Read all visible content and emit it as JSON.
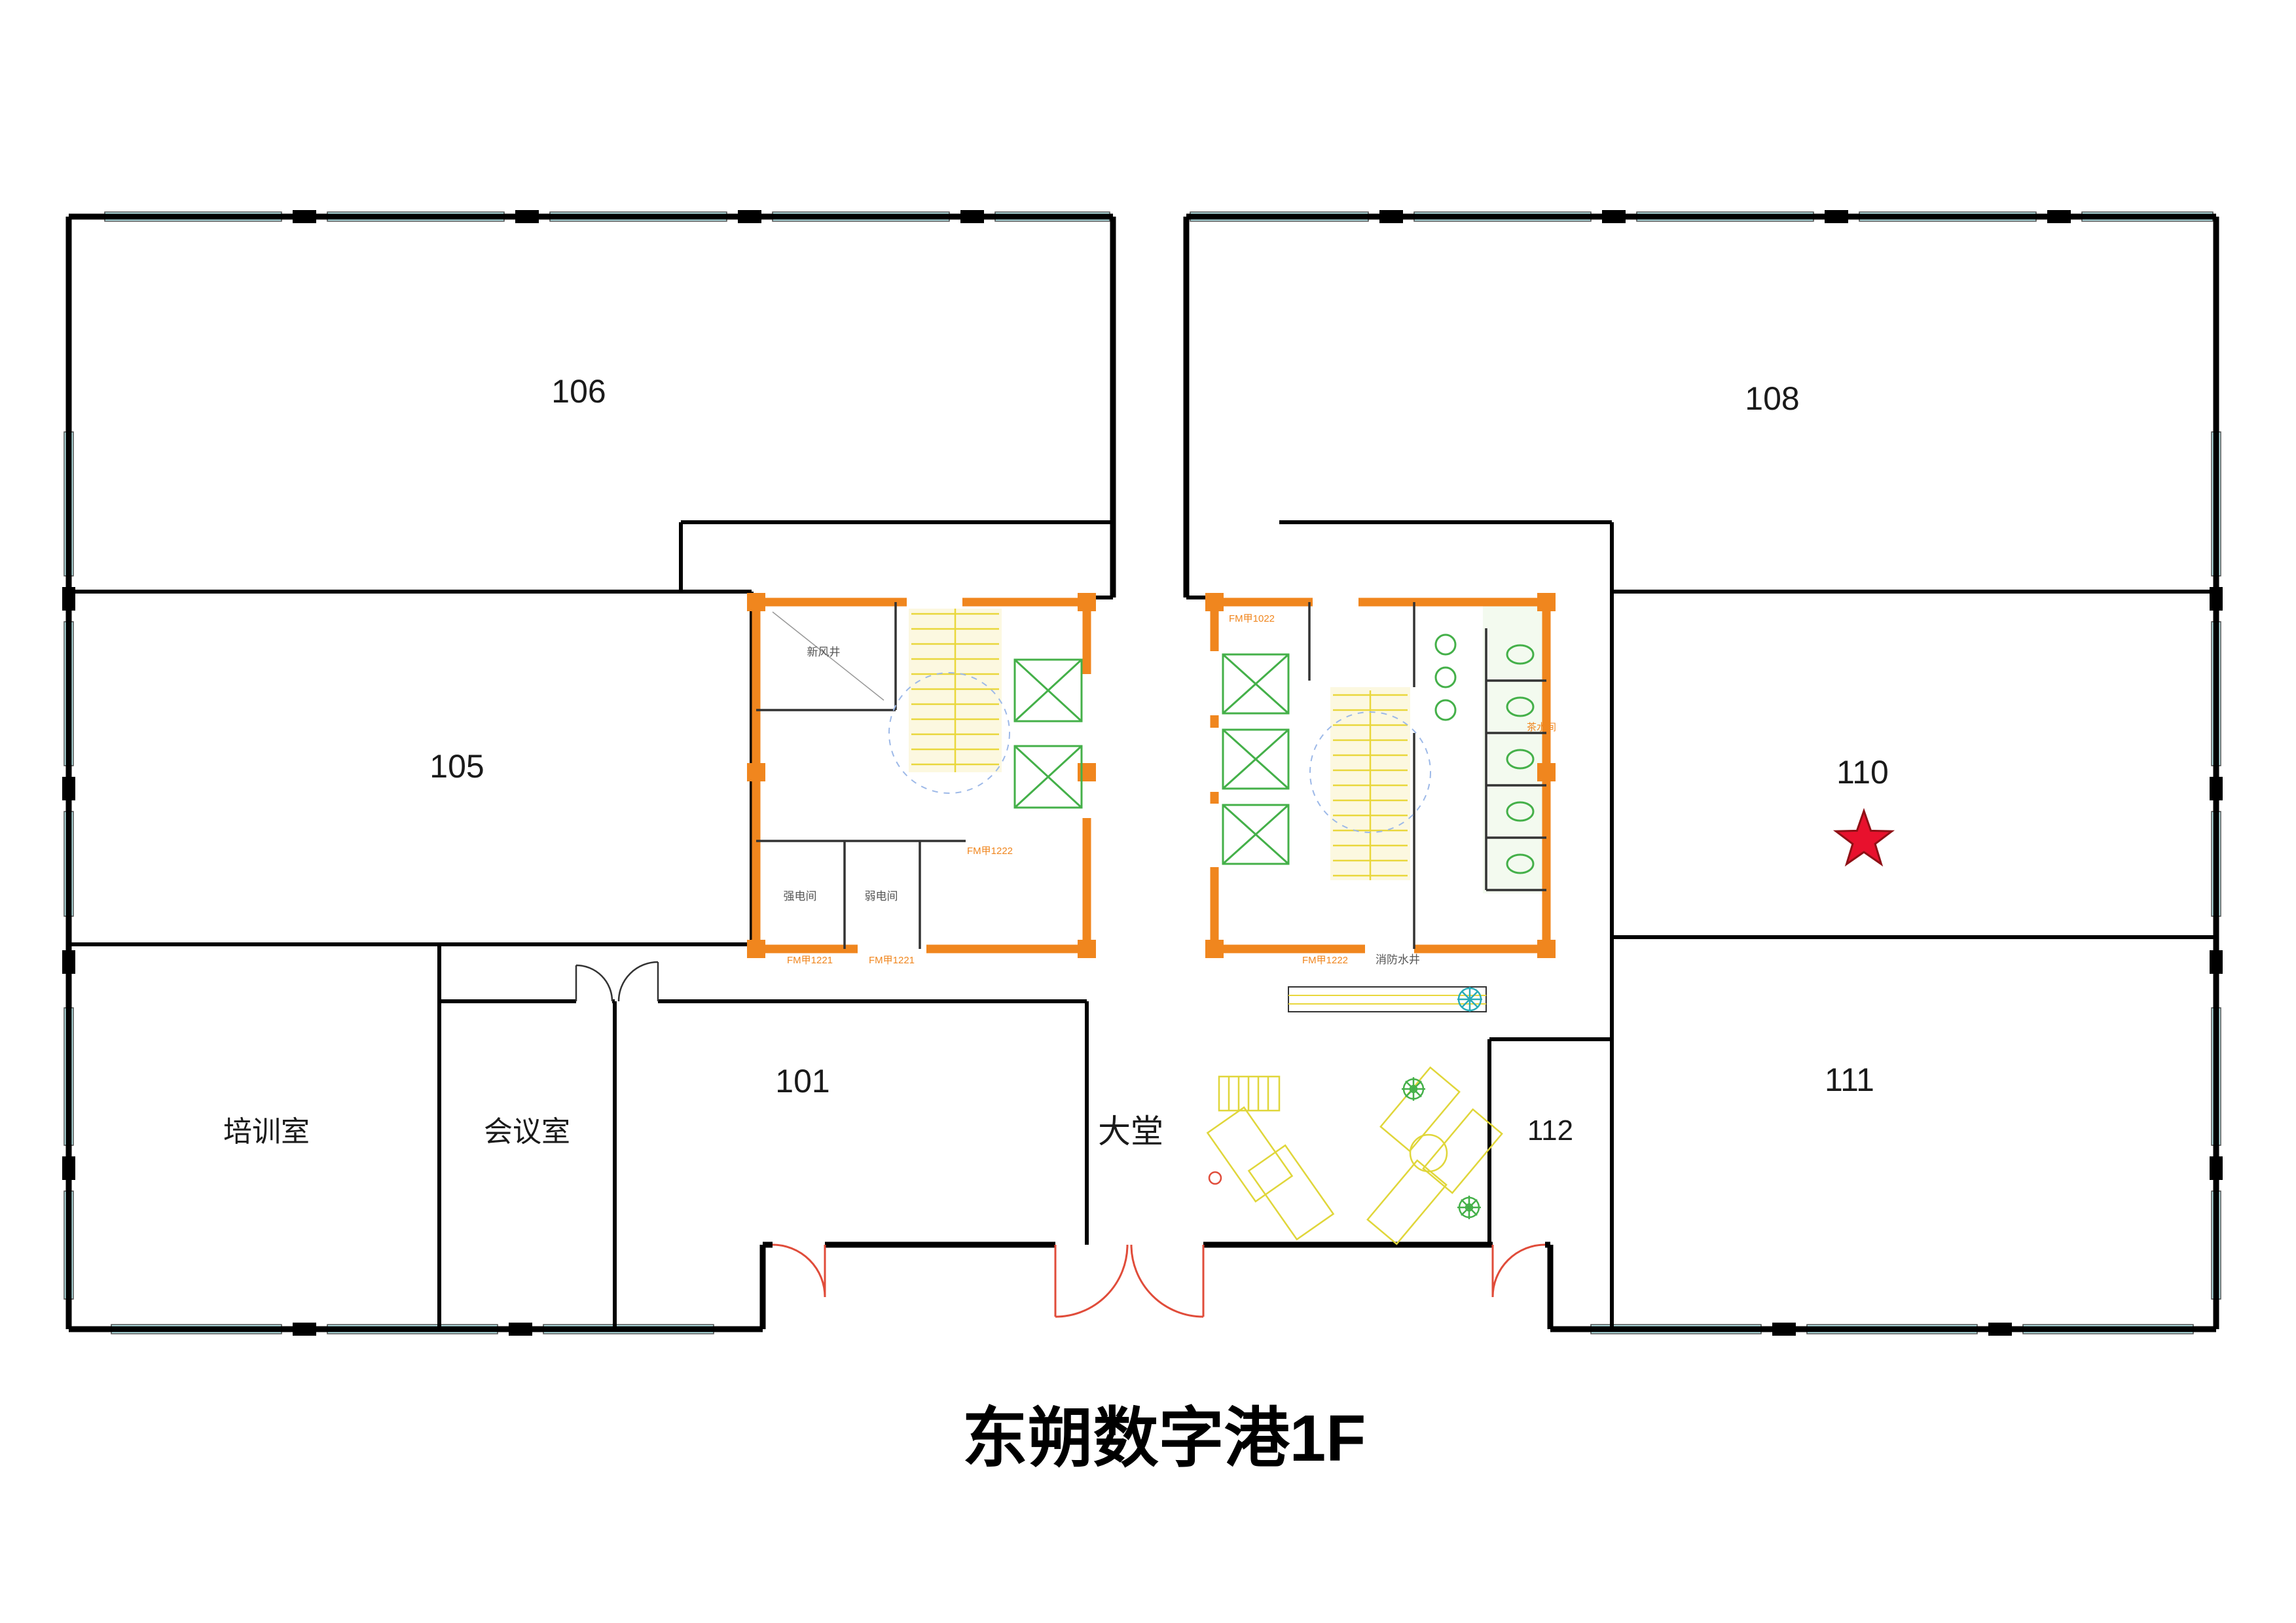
{
  "title": "东朔数字港1F",
  "rooms": {
    "r106": "106",
    "r108": "108",
    "r105": "105",
    "r110": "110",
    "r111": "111",
    "r101": "101",
    "r112": "112",
    "training_room": "培训室",
    "meeting_room": "会议室",
    "lobby": "大堂"
  },
  "core_left": {
    "fresh_air_shaft": "新风井",
    "strong_electric": "强电间",
    "weak_electric": "弱电间",
    "fire_door_1222": "FM甲1222",
    "fire_door_1221_a": "FM甲1221",
    "fire_door_1221_b": "FM甲1221"
  },
  "core_right": {
    "fire_door_1022": "FM甲1022",
    "tea_room": "茶水间",
    "fire_door_1222": "FM甲1222",
    "fire_water_well": "消防水井"
  },
  "marker": {
    "located_room": "110",
    "shape": "star",
    "color": "#e8112d"
  },
  "colors": {
    "wall": "#000000",
    "window": "#c2f6f9",
    "core_wall": "#f0861e",
    "stair": "#e9d73c",
    "elevator": "#44b049",
    "door_swing": "#e04c3a",
    "furniture": "#e0d63a"
  }
}
